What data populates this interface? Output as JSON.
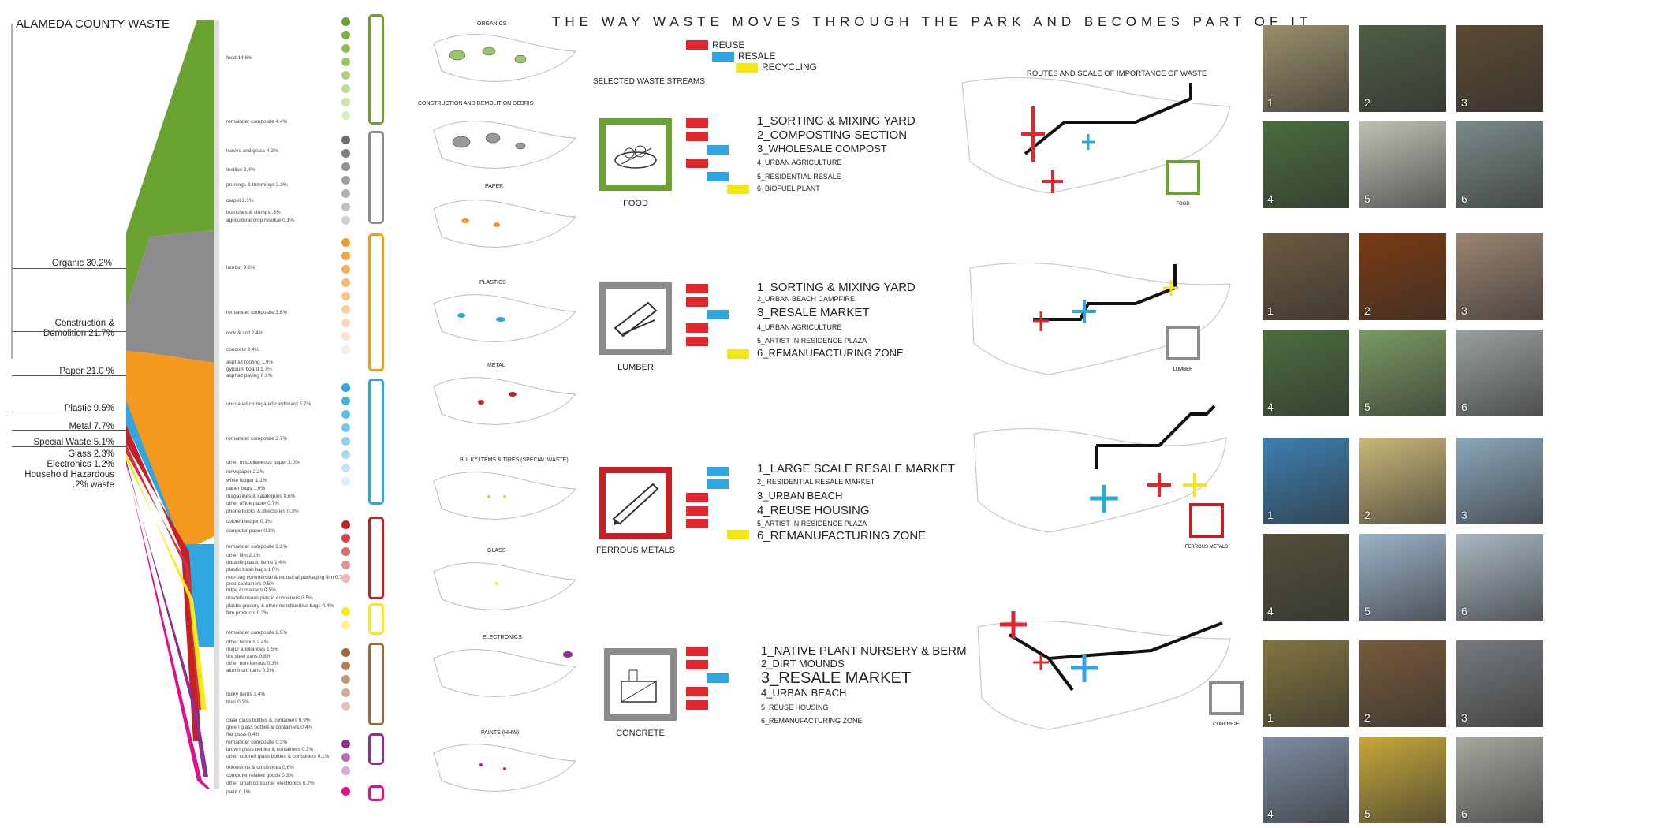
{
  "title": "THE WAY WASTE MOVES THROUGH THE PARK AND BECOMES PART OF IT",
  "county": "ALAMEDA COUNTY WASTE",
  "colors": {
    "organic": "#6aa232",
    "construction": "#8c8c8c",
    "paper": "#f39a1e",
    "plastic": "#2fa6df",
    "metal": "#c42026",
    "special": "#e13a3a",
    "glass": "#f7ea1a",
    "electronics": "#8e2f8b",
    "hazardous": "#e60d8c",
    "reuse": "#e1262d",
    "resale": "#2fa6df",
    "recycling": "#f5e619"
  },
  "categories": [
    {
      "label": "Organic 30.2%"
    },
    {
      "label": "Construction & Demolition 21.7%"
    },
    {
      "label": "Paper 21.0 %"
    },
    {
      "label": "Plastic 9.5%"
    },
    {
      "label": "Metal 7.7%"
    },
    {
      "label": "Special Waste 5.1%"
    },
    {
      "label": "Glass 2.3%"
    },
    {
      "label": "Electronics 1.2%"
    },
    {
      "label": "Household Hazardous .2% waste"
    }
  ],
  "subcategories": [
    "food 14.6%",
    "remainder composite 4.4%",
    "leaves and grass 4.2%",
    "textiles 2.4%",
    "prunings & trimmings 2.3%",
    "carpet 2.1%",
    "branches & stumps .3%",
    "agricultural crop residue 0.1%",
    "lumber 9.6%",
    "remainder composite 3.6%",
    "rock & soil 2.4%",
    "concrete 2.4%",
    "asphalt roofing 1.9%",
    "gypsum board 1.7%",
    "asphalt paving 0.1%",
    "uncoated corrugated cardboard 5.7%",
    "remainder composite 3.7%",
    "other miscellaneous paper 3.0%",
    "newspaper 2.2%",
    "white ledger 1.1%",
    "paper bags 1.0%",
    "magazines & catalogues 0.6%",
    "other office paper 0.7%",
    "phone books & directories 0.3%",
    "colored ledger 0.1%",
    "computer paper 0.1%",
    "remainder composite 2.2%",
    "other film 2.1%",
    "durable plastic items 1.4%",
    "plastic trash bags 1.0%",
    "non-bag commercial & industrial packaging film 0.7%",
    "pete containers 0.5%",
    "hdpe containers 0.5%",
    "miscellaneous plastic containers 0.5%",
    "plastic grocery & other merchandise bags 0.4%",
    "film products 0.2%",
    "remainder composite 2.5%",
    "other ferrous 2.4%",
    "major appliances 1.5%",
    "tin/ steel cans 0.8%",
    "other non-ferrous 0.3%",
    "aluminum cans 0.2%",
    "bulky items 3.4%",
    "tires 0.3%",
    "clear glass bottles & containers 0.9%",
    "green glass bottles & containers 0.4%",
    "flat glass 0.4%",
    "remainder composite 0.3%",
    "brown glass bottles & containers 0.3%",
    "other colored glass bottles & containers 0.1%",
    "televisions & crt devices 0.6%",
    "computer related goods 0.3%",
    "other small consumer electronics 0.2%",
    "paint 0.1%"
  ],
  "maps": [
    "ORGANICS",
    "CONSTRUCTION AND DEMOLITION DEBRIS",
    "PAPER",
    "PLASTICS",
    "METAL",
    "BULKY ITEMS & TIRES (SPECIAL WASTE)",
    "GLASS",
    "ELECTRONICS",
    "PAINTS (HHW)"
  ],
  "legend": {
    "reuse": "REUSE",
    "resale": "RESALE",
    "recycling": "RECYCLING",
    "selected": "SELECTED WASTE STREAMS",
    "routes": "ROUTES AND SCALE OF IMPORTANCE OF WASTE"
  },
  "streams": [
    {
      "name": "FOOD",
      "map_label": "FOOD",
      "steps": [
        "1_SORTING & MIXING YARD",
        "2_COMPOSTING SECTION",
        "3_WHOLESALE COMPOST",
        "4_URBAN AGRICULTURE",
        "5_RESIDENTIAL RESALE",
        "6_BIOFUEL PLANT"
      ]
    },
    {
      "name": "LUMBER",
      "map_label": "LUMBER",
      "steps": [
        "1_SORTING & MIXING YARD",
        "2_URBAN BEACH CAMPFIRE",
        "3_RESALE MARKET",
        "4_URBAN AGRICULTURE",
        "5_ARTIST IN RESIDENCE PLAZA",
        "6_REMANUFACTURING ZONE"
      ]
    },
    {
      "name": "FERROUS METALS",
      "map_label": "FERROUS METALS",
      "steps": [
        "1_LARGE SCALE RESALE MARKET",
        "2_ RESIDENTIAL RESALE MARKET",
        "3_URBAN BEACH",
        "4_REUSE HOUSING",
        "5_ARTIST IN RESIDENCE PLAZA",
        "6_REMANUFACTURING ZONE"
      ]
    },
    {
      "name": "CONCRETE",
      "map_label": "CONCRETE",
      "steps": [
        "1_NATIVE PLANT NURSERY & BERM",
        "2_DIRT MOUNDS",
        "3_RESALE MARKET",
        "4_URBAN BEACH",
        "5_REUSE HOUSING",
        "6_REMANUFACTURING ZONE"
      ]
    }
  ],
  "photo_numbers": [
    "1",
    "2",
    "3",
    "4",
    "5",
    "6"
  ]
}
